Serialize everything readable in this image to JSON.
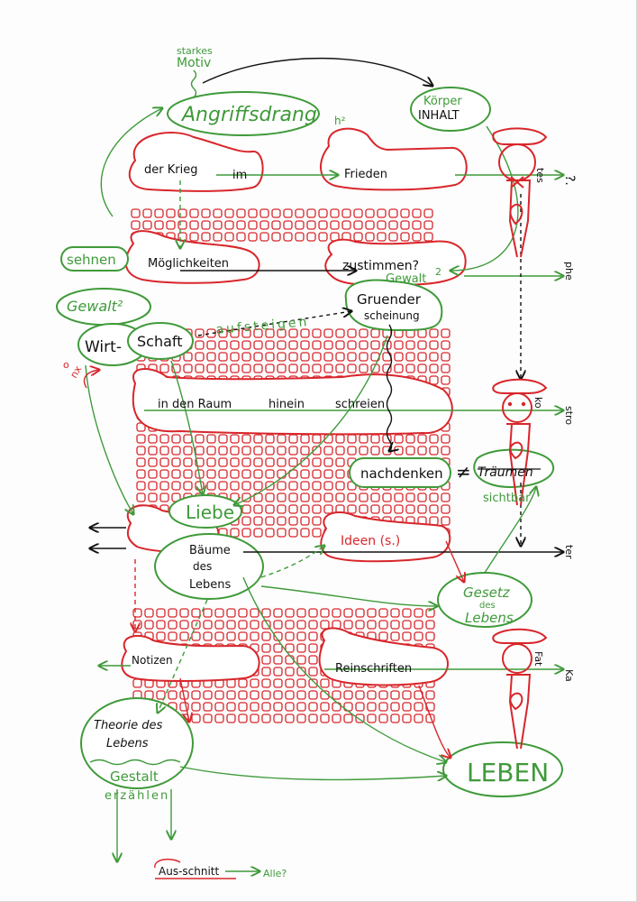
{
  "colors": {
    "green": "#3f9a3a",
    "red": "#d8262b",
    "black": "#111111",
    "paper": "#fdfdfd"
  },
  "labels": {
    "starkes": "starkes",
    "motiv": "Motiv",
    "angriffsdrang": "Angriffsdrang",
    "koerper": "Körper",
    "inhalt": "INHALT",
    "h2": "h²",
    "der_krieg": "der Krieg",
    "im": "im",
    "frieden": "Frieden",
    "tes": "tes",
    "q": "?.",
    "sehnen": "sehnen",
    "moeglichkeiten": "Möglichkeiten",
    "zustimmen": "zustimmen?",
    "two": "2",
    "gewalt_right": "Gewalt",
    "phe": "phe",
    "gewalt2": "Gewalt²",
    "grunder": "Gruender",
    "scheinung": "scheinung",
    "wirt": "Wirt-",
    "schaft": "Schaft",
    "aufsteigen": "aufsteigen",
    "o_mark": "o",
    "nx": "nx",
    "in_den_raum": "in den Raum",
    "hinein": "hinein",
    "schreien": "schreien",
    "ko": "ko",
    "stro": "stro",
    "nachdenken": "nachdenken",
    "ne": "≠",
    "traeumen": "Träumen",
    "sichtbar": "sichtbar",
    "liebe": "Liebe",
    "ideen": "Ideen (s.)",
    "baeume": "Bäume",
    "des": "des",
    "lebens": "Lebens",
    "ter": "ter",
    "gesetz": "Gesetz",
    "gesetz_des": "des",
    "gesetz_lebens": "Lebens",
    "notizen": "Notizen",
    "reinschriften": "Reinschriften",
    "fat": "Fat",
    "ka": "Ka",
    "theorie": "Theorie des",
    "theorie_lebens": "Lebens",
    "gestalt": "Gestalt",
    "erzaehlen": "erzählen",
    "leben": "LEBEN",
    "ausschnitt": "Aus-schnitt",
    "alle": "Alle?"
  }
}
